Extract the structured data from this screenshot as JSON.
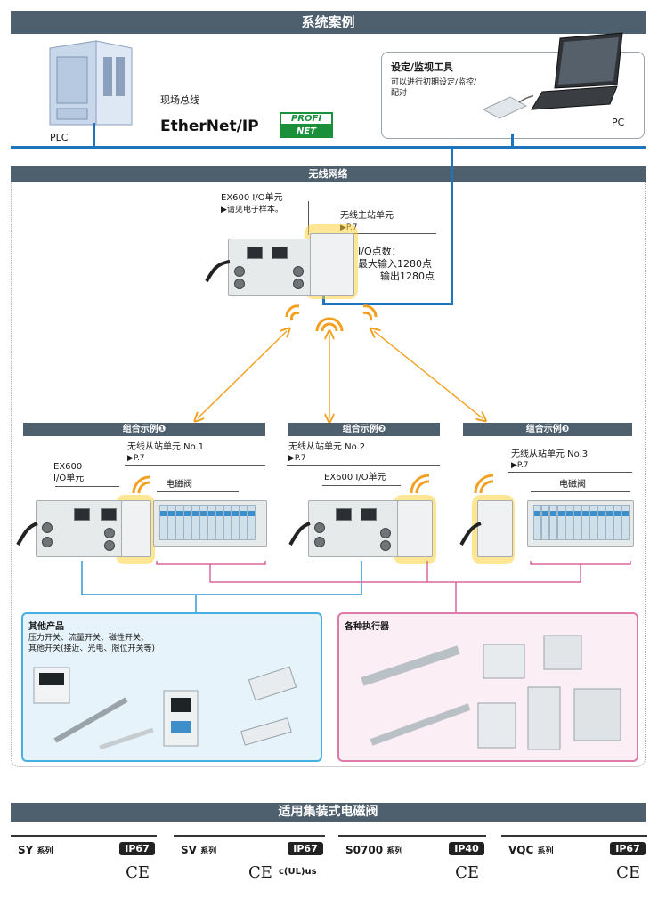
{
  "header": {
    "title": "系统案例"
  },
  "top": {
    "plc_label": "PLC",
    "fieldbus_label": "现场总线",
    "ethernet_logo": "EtherNet/IP",
    "profinet_logo_top": "PROFI",
    "profinet_logo_bottom": "NET",
    "tool_title": "设定/监视工具",
    "tool_desc_1": "可以进行初期设定/监控/",
    "tool_desc_2": "配对",
    "pc_label": "PC"
  },
  "wireless": {
    "bar_title": "无线网络",
    "ex600_label": "EX600 I/O单元",
    "ex600_note": "▶请见电子样本。",
    "master_label": "无线主站单元",
    "master_ref": "▶P.7",
    "io_points_label": "I/O点数：",
    "io_points_in": "最大输入1280点",
    "io_points_out": "输出1280点"
  },
  "examples": [
    {
      "title": "组合示例❶",
      "slave_label": "无线从站单元 No.1",
      "slave_ref": "▶P.7",
      "ex600_line1": "EX600",
      "ex600_line2": "I/O单元",
      "valve_label": "电磁阀"
    },
    {
      "title": "组合示例❷",
      "slave_label": "无线从站单元 No.2",
      "slave_ref": "▶P.7",
      "ex600_label": "EX600 I/O单元"
    },
    {
      "title": "组合示例❸",
      "slave_label": "无线从站单元 No.3",
      "slave_ref": "▶P.7",
      "valve_label": "电磁阀"
    }
  ],
  "other_products": {
    "title": "其他产品",
    "line1": "压力开关、流量开关、磁性开关、",
    "line2": "其他开关(接近、光电、限位开关等)"
  },
  "actuators": {
    "title": "各种执行器"
  },
  "applicable": {
    "bar_title": "适用集装式电磁阀",
    "series": [
      {
        "name": "SY",
        "suffix": "系列",
        "ip": "IP67",
        "marks": "CE"
      },
      {
        "name": "SV",
        "suffix": "系列",
        "ip": "IP67",
        "marks": "CE",
        "ul_mark": "c(UL)us"
      },
      {
        "name": "S0700",
        "suffix": "系列",
        "ip": "IP40",
        "marks": "CE"
      },
      {
        "name": "VQC",
        "suffix": "系列",
        "ip": "IP67",
        "marks": "CE"
      }
    ]
  },
  "colors": {
    "bar": "#4e5f6d",
    "bus_line": "#1f75bd",
    "arrow": "#f3a020",
    "link_blue": "#2f9ad6",
    "link_pink": "#d9669e"
  }
}
